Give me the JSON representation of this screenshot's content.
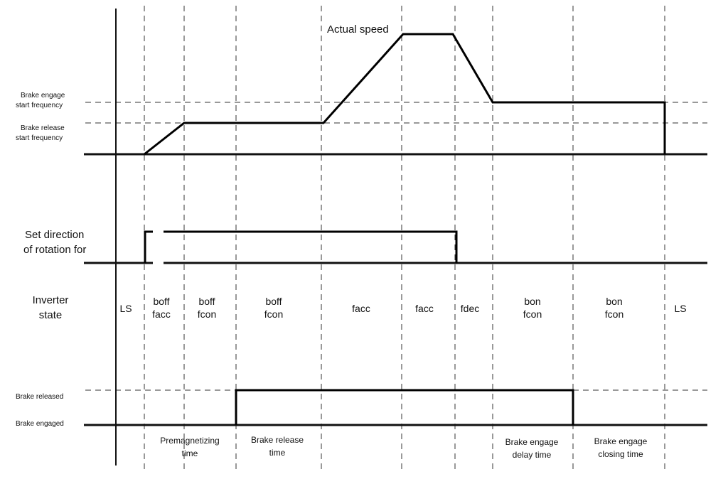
{
  "speed_panel": {
    "title": "Actual speed",
    "brake_engage_line1": "Brake engage",
    "brake_engage_line2": "start frequency",
    "brake_release_line1": "Brake release",
    "brake_release_line2": "start frequency"
  },
  "direction_panel": {
    "label_line1": "Set direction",
    "label_line2": "of rotation for"
  },
  "inverter_panel": {
    "label_line1": "Inverter",
    "label_line2": "state",
    "states": [
      {
        "line1": "LS",
        "line2": ""
      },
      {
        "line1": "boff",
        "line2": "facc"
      },
      {
        "line1": "boff",
        "line2": "fcon"
      },
      {
        "line1": "boff",
        "line2": "fcon"
      },
      {
        "line1": "facc",
        "line2": ""
      },
      {
        "line1": "facc",
        "line2": ""
      },
      {
        "line1": "fdec",
        "line2": ""
      },
      {
        "line1": "bon",
        "line2": "fcon"
      },
      {
        "line1": "bon",
        "line2": "fcon"
      },
      {
        "line1": "LS",
        "line2": ""
      }
    ]
  },
  "brake_panel": {
    "released_label": "Brake released",
    "engaged_label": "Brake engaged"
  },
  "phases": [
    {
      "line1": "Premagnetizing",
      "line2": "time"
    },
    {
      "line1": "Brake release",
      "line2": "time"
    },
    {
      "line1": "Brake engage",
      "line2": "delay time"
    },
    {
      "line1": "Brake engage",
      "line2": "closing time"
    }
  ]
}
